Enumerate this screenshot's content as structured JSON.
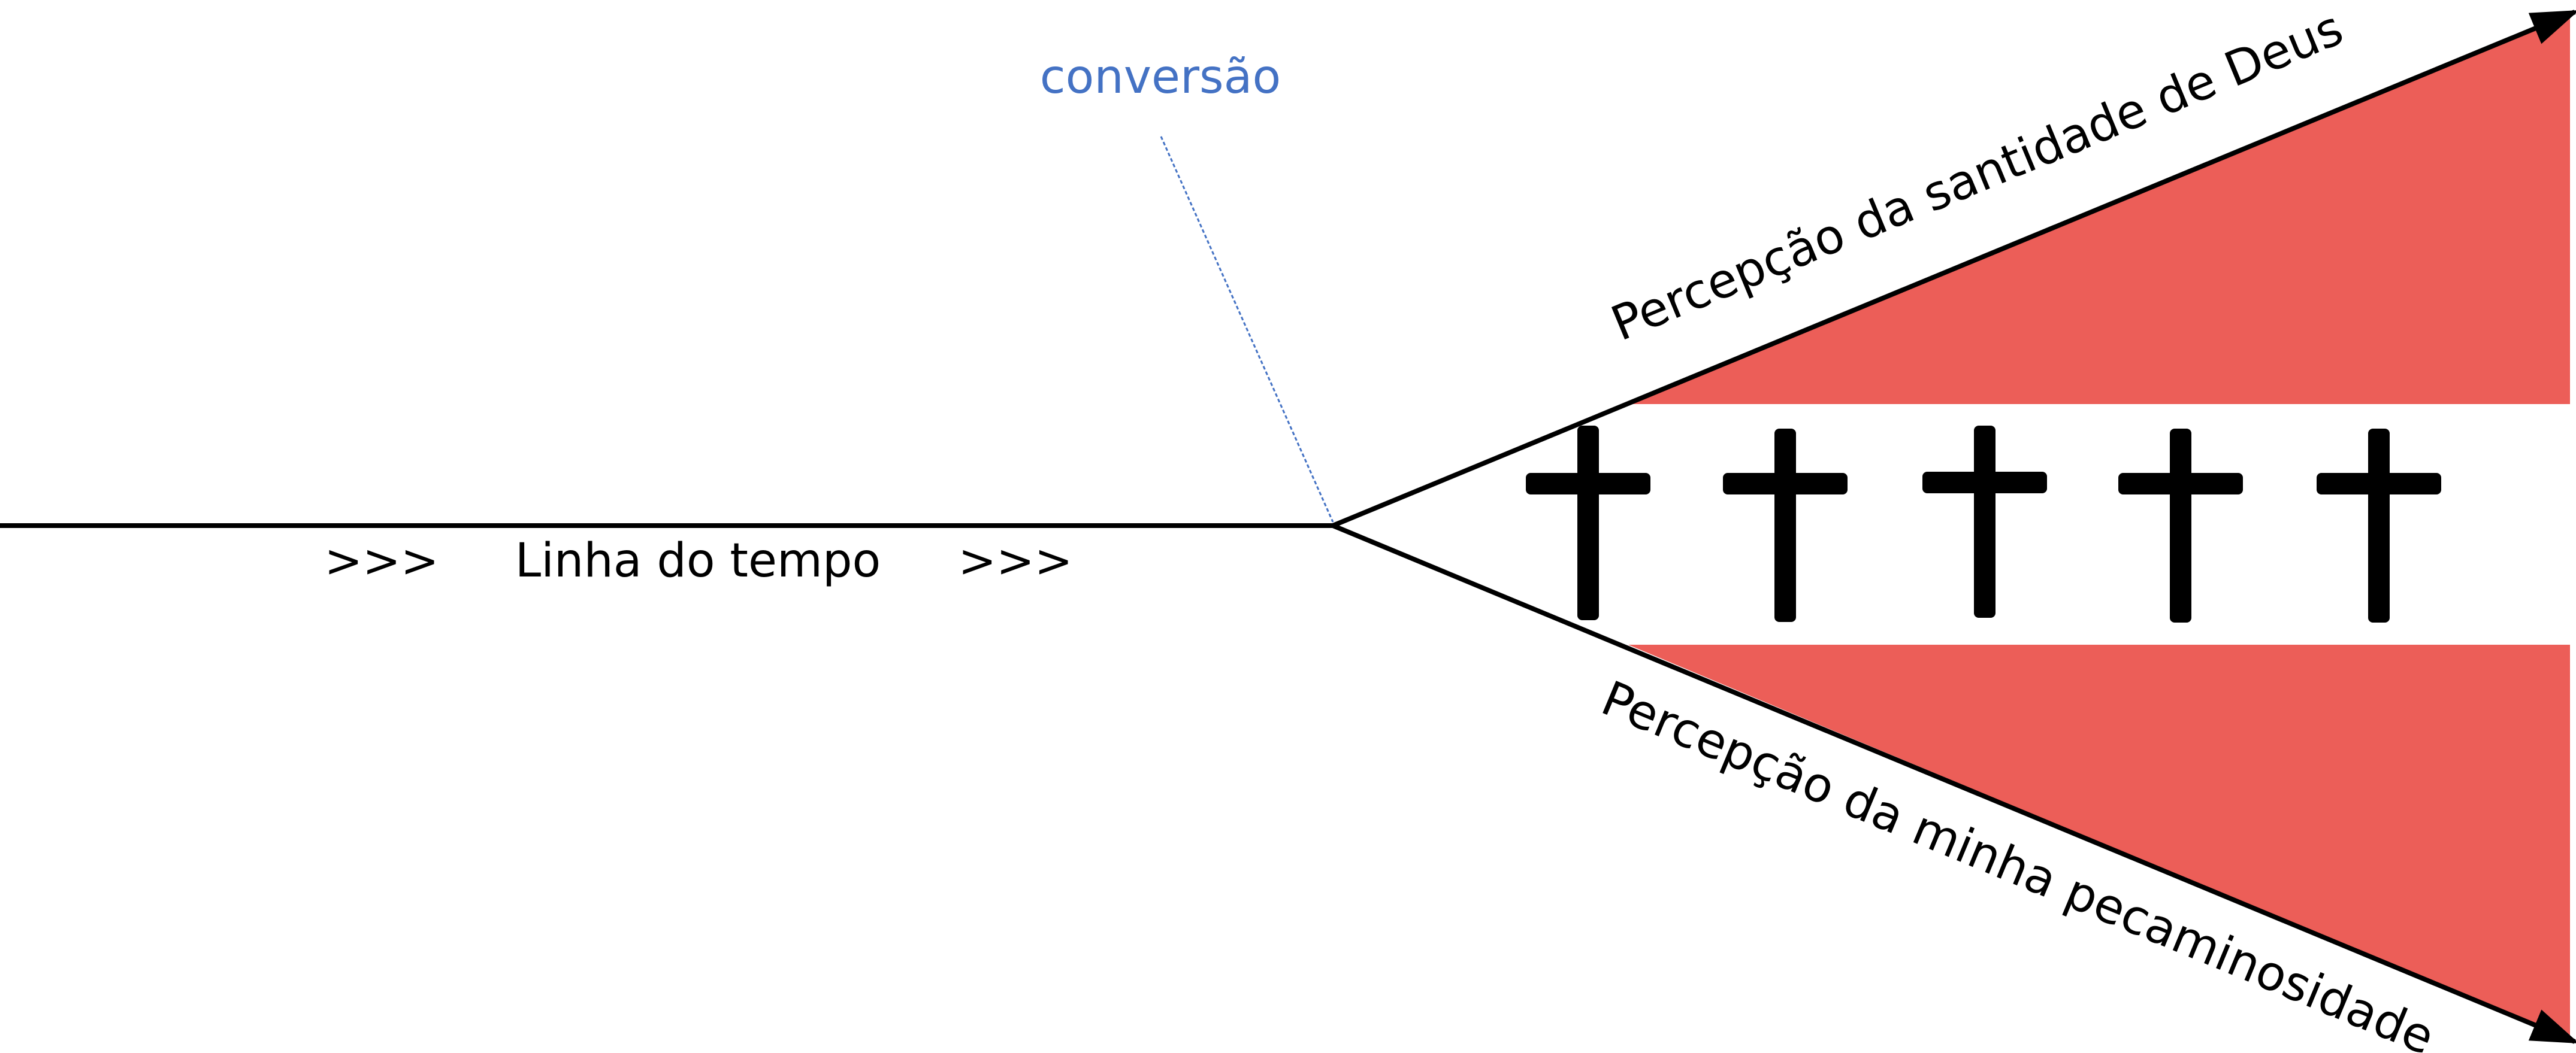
{
  "labels": {
    "conversion": "conversão",
    "timeline_arrows_left": ">>>",
    "timeline": "Linha do tempo",
    "timeline_arrows_right": ">>>",
    "upper_line": "Percepção da santidade de Deus",
    "lower_line": "Percepção da minha pecaminosidade"
  },
  "crosses": {
    "count": 5,
    "icon": "cross-icon"
  },
  "colors": {
    "fill": "#EC5E58",
    "line": "#000000",
    "callout": "#4472C4",
    "background": "#FFFFFF"
  }
}
